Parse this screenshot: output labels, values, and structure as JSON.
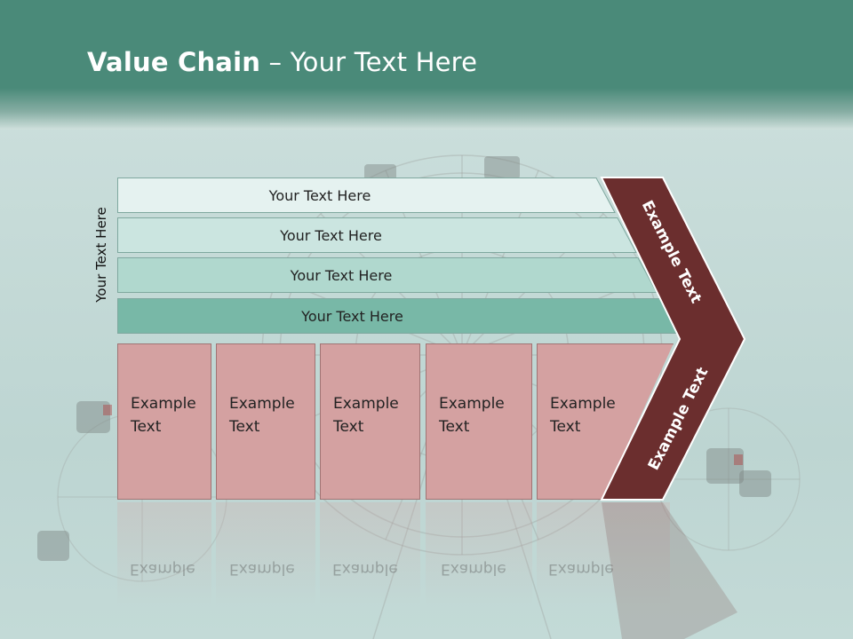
{
  "title": {
    "bold": "Value Chain",
    "rest": " – Your Text Here"
  },
  "side_label": "Your Text Here",
  "bars": [
    {
      "label": "Your Text Here"
    },
    {
      "label": "Your Text Here"
    },
    {
      "label": "Your Text Here"
    },
    {
      "label": "Your Text Here"
    }
  ],
  "blocks": [
    {
      "line1": "Example",
      "line2": "Text"
    },
    {
      "line1": "Example",
      "line2": "Text"
    },
    {
      "line1": "Example",
      "line2": "Text"
    },
    {
      "line1": "Example",
      "line2": "Text"
    },
    {
      "line1": "Example",
      "line2": "Text"
    }
  ],
  "chevron": {
    "upper": "Example Text",
    "lower": "Example Text"
  },
  "colors": {
    "header": "#4a8a79",
    "chevron": "#6b2e2e",
    "blocks": "#d4a1a1"
  }
}
